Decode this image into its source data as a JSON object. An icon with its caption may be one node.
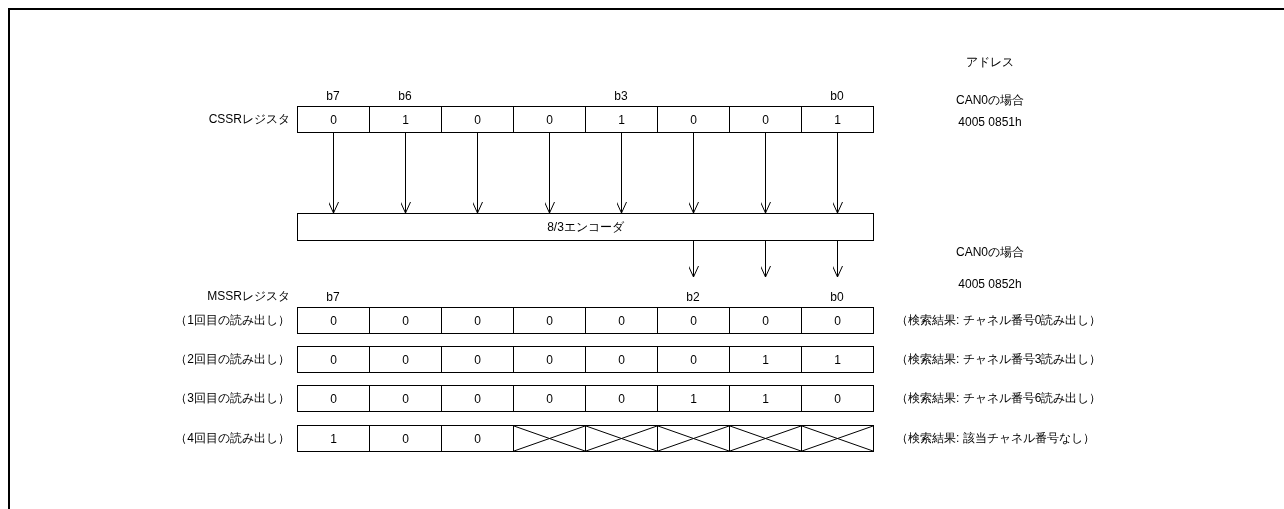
{
  "diagram": {
    "nodes": [
      {
        "text": [
          "0"
        ]
      },
      {
        "text": [
          "1"
        ]
      },
      {
        "text": [
          "0"
        ]
      },
      {
        "text": [
          "0"
        ]
      },
      {
        "text": [
          "1"
        ]
      },
      {
        "text": [
          "0"
        ]
      },
      {
        "text": [
          "0"
        ]
      },
      {
        "text": [
          "1"
        ]
      },
      {
        "text": [
          "8/3エンコーダ"
        ]
      },
      {
        "text": [
          "0"
        ]
      },
      {
        "text": [
          "0"
        ]
      },
      {
        "text": [
          "0"
        ]
      },
      {
        "text": [
          "0"
        ]
      },
      {
        "text": [
          "0"
        ]
      },
      {
        "text": [
          "0"
        ]
      },
      {
        "text": [
          "0"
        ]
      },
      {
        "text": [
          "0"
        ]
      },
      {
        "text": [
          "0"
        ]
      },
      {
        "text": [
          "0"
        ]
      },
      {
        "text": [
          "0"
        ]
      },
      {
        "text": [
          "0"
        ]
      },
      {
        "text": [
          "0"
        ]
      },
      {
        "text": [
          "0"
        ]
      },
      {
        "text": [
          "1"
        ]
      },
      {
        "text": [
          "1"
        ]
      },
      {
        "text": [
          "0"
        ]
      },
      {
        "text": [
          "0"
        ]
      },
      {
        "text": [
          "0"
        ]
      },
      {
        "text": [
          "0"
        ]
      },
      {
        "text": [
          "0"
        ]
      },
      {
        "text": [
          "1"
        ]
      },
      {
        "text": [
          "1"
        ]
      },
      {
        "text": [
          "0"
        ]
      },
      {
        "text": [
          "1"
        ]
      },
      {
        "text": [
          "0"
        ]
      },
      {
        "text": [
          "0"
        ]
      },
      {
        "text": [],
        "shape": "box"
      },
      {
        "text": [],
        "shape": "box"
      },
      {
        "text": [],
        "shape": "box"
      },
      {
        "text": [],
        "shape": "box"
      },
      {
        "text": [],
        "shape": "box"
      }
    ],
    "edges": [
      {
        "from": 0,
        "to": 8,
        "arrow": "to"
      },
      {
        "from": 1,
        "to": 8,
        "arrow": "to"
      },
      {
        "from": 2,
        "to": 8,
        "arrow": "to"
      },
      {
        "from": 3,
        "to": 8,
        "arrow": "to"
      },
      {
        "from": 4,
        "to": 8,
        "arrow": "to"
      },
      {
        "from": 5,
        "to": 8,
        "arrow": "to"
      },
      {
        "from": 6,
        "to": 8,
        "arrow": "to"
      },
      {
        "from": 7,
        "to": 8,
        "arrow": "to"
      },
      {
        "from": 8,
        "to": 14,
        "arrow": "to"
      },
      {
        "from": 8,
        "to": 15,
        "arrow": "to"
      },
      {
        "from": 8,
        "to": 16,
        "arrow": "to"
      }
    ],
    "labels": [
      "アドレス",
      "b7",
      "b6",
      "b3",
      "b0",
      "CAN0の場合",
      "CSSRレジスタ",
      "4005 0851h",
      "CAN0の場合",
      "4005 0852h",
      "MSSRレジスタ",
      "b7",
      "b2",
      "b0",
      "（1回目の読み出し）",
      "（検索結果: チャネル番号0読み出し）",
      "（2回目の読み出し）",
      "（検索結果: チャネル番号3読み出し）",
      "（3回目の読み出し）",
      "（検索結果: チャネル番号6読み出し）",
      "（4回目の読み出し）",
      "（検索結果: 該当チャネル番号なし）"
    ]
  }
}
